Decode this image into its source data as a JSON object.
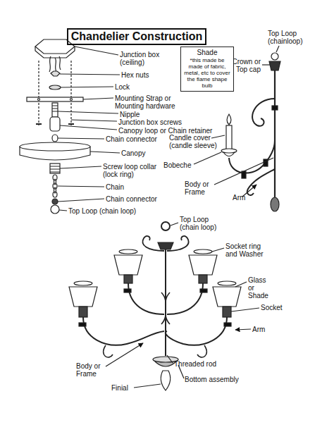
{
  "diagram": {
    "title": "Chandelier Construction",
    "nodes": [
      {
        "text": [
          "Shade",
          "*this made be made of fabric, metal, etc to cover the flame shape bulb"
        ]
      }
    ],
    "labels": [
      "Junction box (ceiling)",
      "Hex nuts",
      "Lock",
      "Mounting Strap or Mounting hardware",
      "Nipple",
      "Junction box screws",
      "Canopy loop or Chain retainer",
      "Chain connector",
      "Canopy",
      "Screw loop collar (lock ring)",
      "Chain",
      "Chain connector",
      "Top Loop (chain loop)",
      "Top Loop (chainloop)",
      "Crown or Top cap",
      "Candle cover (candle sleeve)",
      "Bobeche",
      "Body or Frame",
      "Arm",
      "Top Loop (chain loop)",
      "Socket ring and Washer",
      "Glass or Shade",
      "Socket",
      "Arm",
      "Body or Frame",
      "Threaded rod",
      "Bottom assembly",
      "Finial"
    ]
  }
}
